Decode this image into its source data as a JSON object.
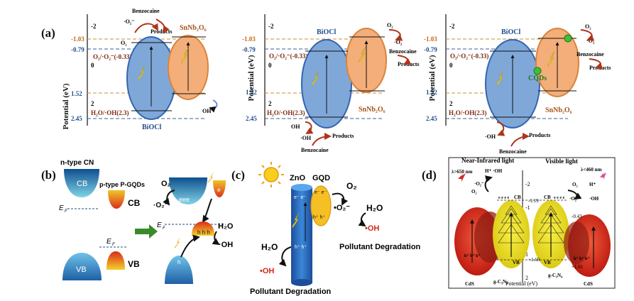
{
  "panel_labels": {
    "a": "(a)",
    "b": "(b)",
    "c": "(c)",
    "d": "(d)"
  },
  "panel_a": {
    "y_axis_label": "Potential (eV)",
    "diagrams": [
      {
        "ticks": [
          "-2",
          "-1.03",
          "-0.79",
          "0",
          "1.52",
          "2",
          "2.45"
        ],
        "materials": {
          "left": "BiOCl",
          "right": "SnNb₂O₆"
        },
        "o2_pair": "O₂/·O₂⁻(-0.33)",
        "oh_pair": "H₂O/·OH(2.3)",
        "radicals": {
          "superoxide": "·O₂⁻",
          "o2": "O₂",
          "hydroxyl": "OH"
        },
        "benzocaine": "Benzocaine",
        "products": "Products"
      },
      {
        "ticks": [
          "-2",
          "-1.03",
          "-0.79",
          "0",
          "1.52",
          "2",
          "2.45"
        ],
        "materials": {
          "left": "BiOCl",
          "right": "SnNb₂O₆"
        },
        "o2_pair": "O₂/·O₂⁻(-0.33)",
        "oh_pair": "H₂O/·OH(2.3)",
        "radicals": {
          "superoxide": "·O₂",
          "o2": "O₂",
          "hydroxyl": "OH",
          "hydroxyl_rad": "·OH"
        },
        "benzocaine": "Benzocaine",
        "products": "Products"
      },
      {
        "ticks": [
          "-2",
          "-1.03",
          "-0.79",
          "0",
          "1.52",
          "2",
          "2.45"
        ],
        "materials": {
          "left": "BiOCl",
          "right": "SnNb₂O₆",
          "dot": "CQDs"
        },
        "o2_pair": "O₂/·O₂⁻(-0.33)",
        "oh_pair": "H₂O/·OH(2.3)",
        "radicals": {
          "superoxide": "·O₂",
          "o2": "O₂",
          "hydroxyl_rad": "·OH"
        },
        "benzocaine": "Benzocaine",
        "products": "Products"
      }
    ]
  },
  "panel_b": {
    "ntype": "n-type CN",
    "ptype": "p-type P-GQDs",
    "cb": "CB",
    "vb": "VB",
    "ef": "E",
    "ef_sub": "F",
    "o2": "O₂",
    "superoxide": "·O₂⁻",
    "h2o": "H₂O",
    "oh": "·OH",
    "e": "e",
    "h": "h"
  },
  "panel_c": {
    "zno": "ZnO",
    "gqd": "GQD",
    "o2": "O₂",
    "superoxide": "•O₂⁻",
    "h2o_right": "H₂O",
    "oh_right": "•OH",
    "degradation_right": "Pollutant Degradation",
    "h2o_left": "H₂O",
    "oh_left": "•OH",
    "degradation_left": "Pollutant Degradation",
    "electrons": "e⁻ e⁻",
    "holes": "h⁺ h⁺"
  },
  "panel_d": {
    "nir": "Near-Infrared light",
    "visible": "Visible light",
    "nir_wavelength": "λ>650 nm",
    "vis_wavelength": "λ<460 nm",
    "axis_label": "Potential (eV)",
    "ticks": [
      "-2",
      "-1",
      "0",
      "1",
      "2"
    ],
    "values": {
      "cb_left": "-1.19",
      "cb_right": "-0.43",
      "vb_left": "+1.60",
      "vb_right": "+1.81"
    },
    "left_material": "CdS",
    "right_material": "CdS",
    "center_material_left": "g-C₃N₄",
    "center_material_right": "g-C₃N₄",
    "cb": "CB",
    "vb": "VB",
    "o2": "O₂",
    "superoxide": "·O₂⁻",
    "hplus": "H⁺",
    "oh": "·OH",
    "e_row": "e e e e",
    "h_row": "h⁺ h⁺ h⁺"
  }
}
